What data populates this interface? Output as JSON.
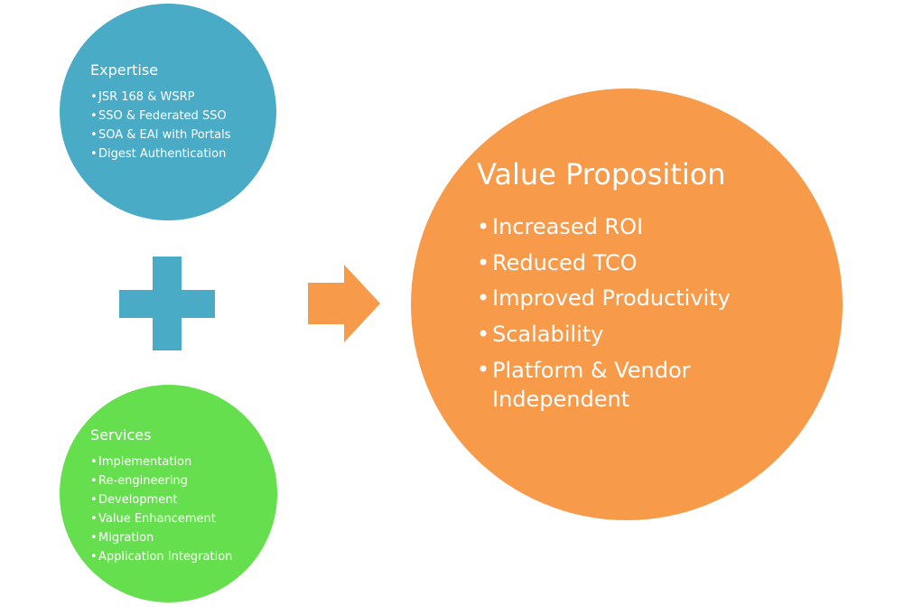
{
  "colors": {
    "expertise": "#4aabc6",
    "services": "#65df4e",
    "value": "#f79a4a",
    "plus": "#4aabc6",
    "arrow": "#f79a4a"
  },
  "bullet": "•",
  "expertise": {
    "title": "Expertise",
    "items": [
      "JSR 168 & WSRP",
      "SSO & Federated SSO",
      "SOA & EAI with Portals",
      "Digest Authentication"
    ]
  },
  "services": {
    "title": "Services",
    "items": [
      "Implementation",
      "Re-engineering",
      "Development",
      "Value Enhancement",
      "Migration",
      "Application Integration"
    ]
  },
  "value": {
    "title": "Value Proposition",
    "items": [
      "Increased ROI",
      "Reduced TCO",
      "Improved Productivity",
      "Scalability",
      "Platform & Vendor Independent"
    ]
  },
  "icons": {
    "plus": "plus-icon",
    "arrow": "arrow-right-icon"
  }
}
